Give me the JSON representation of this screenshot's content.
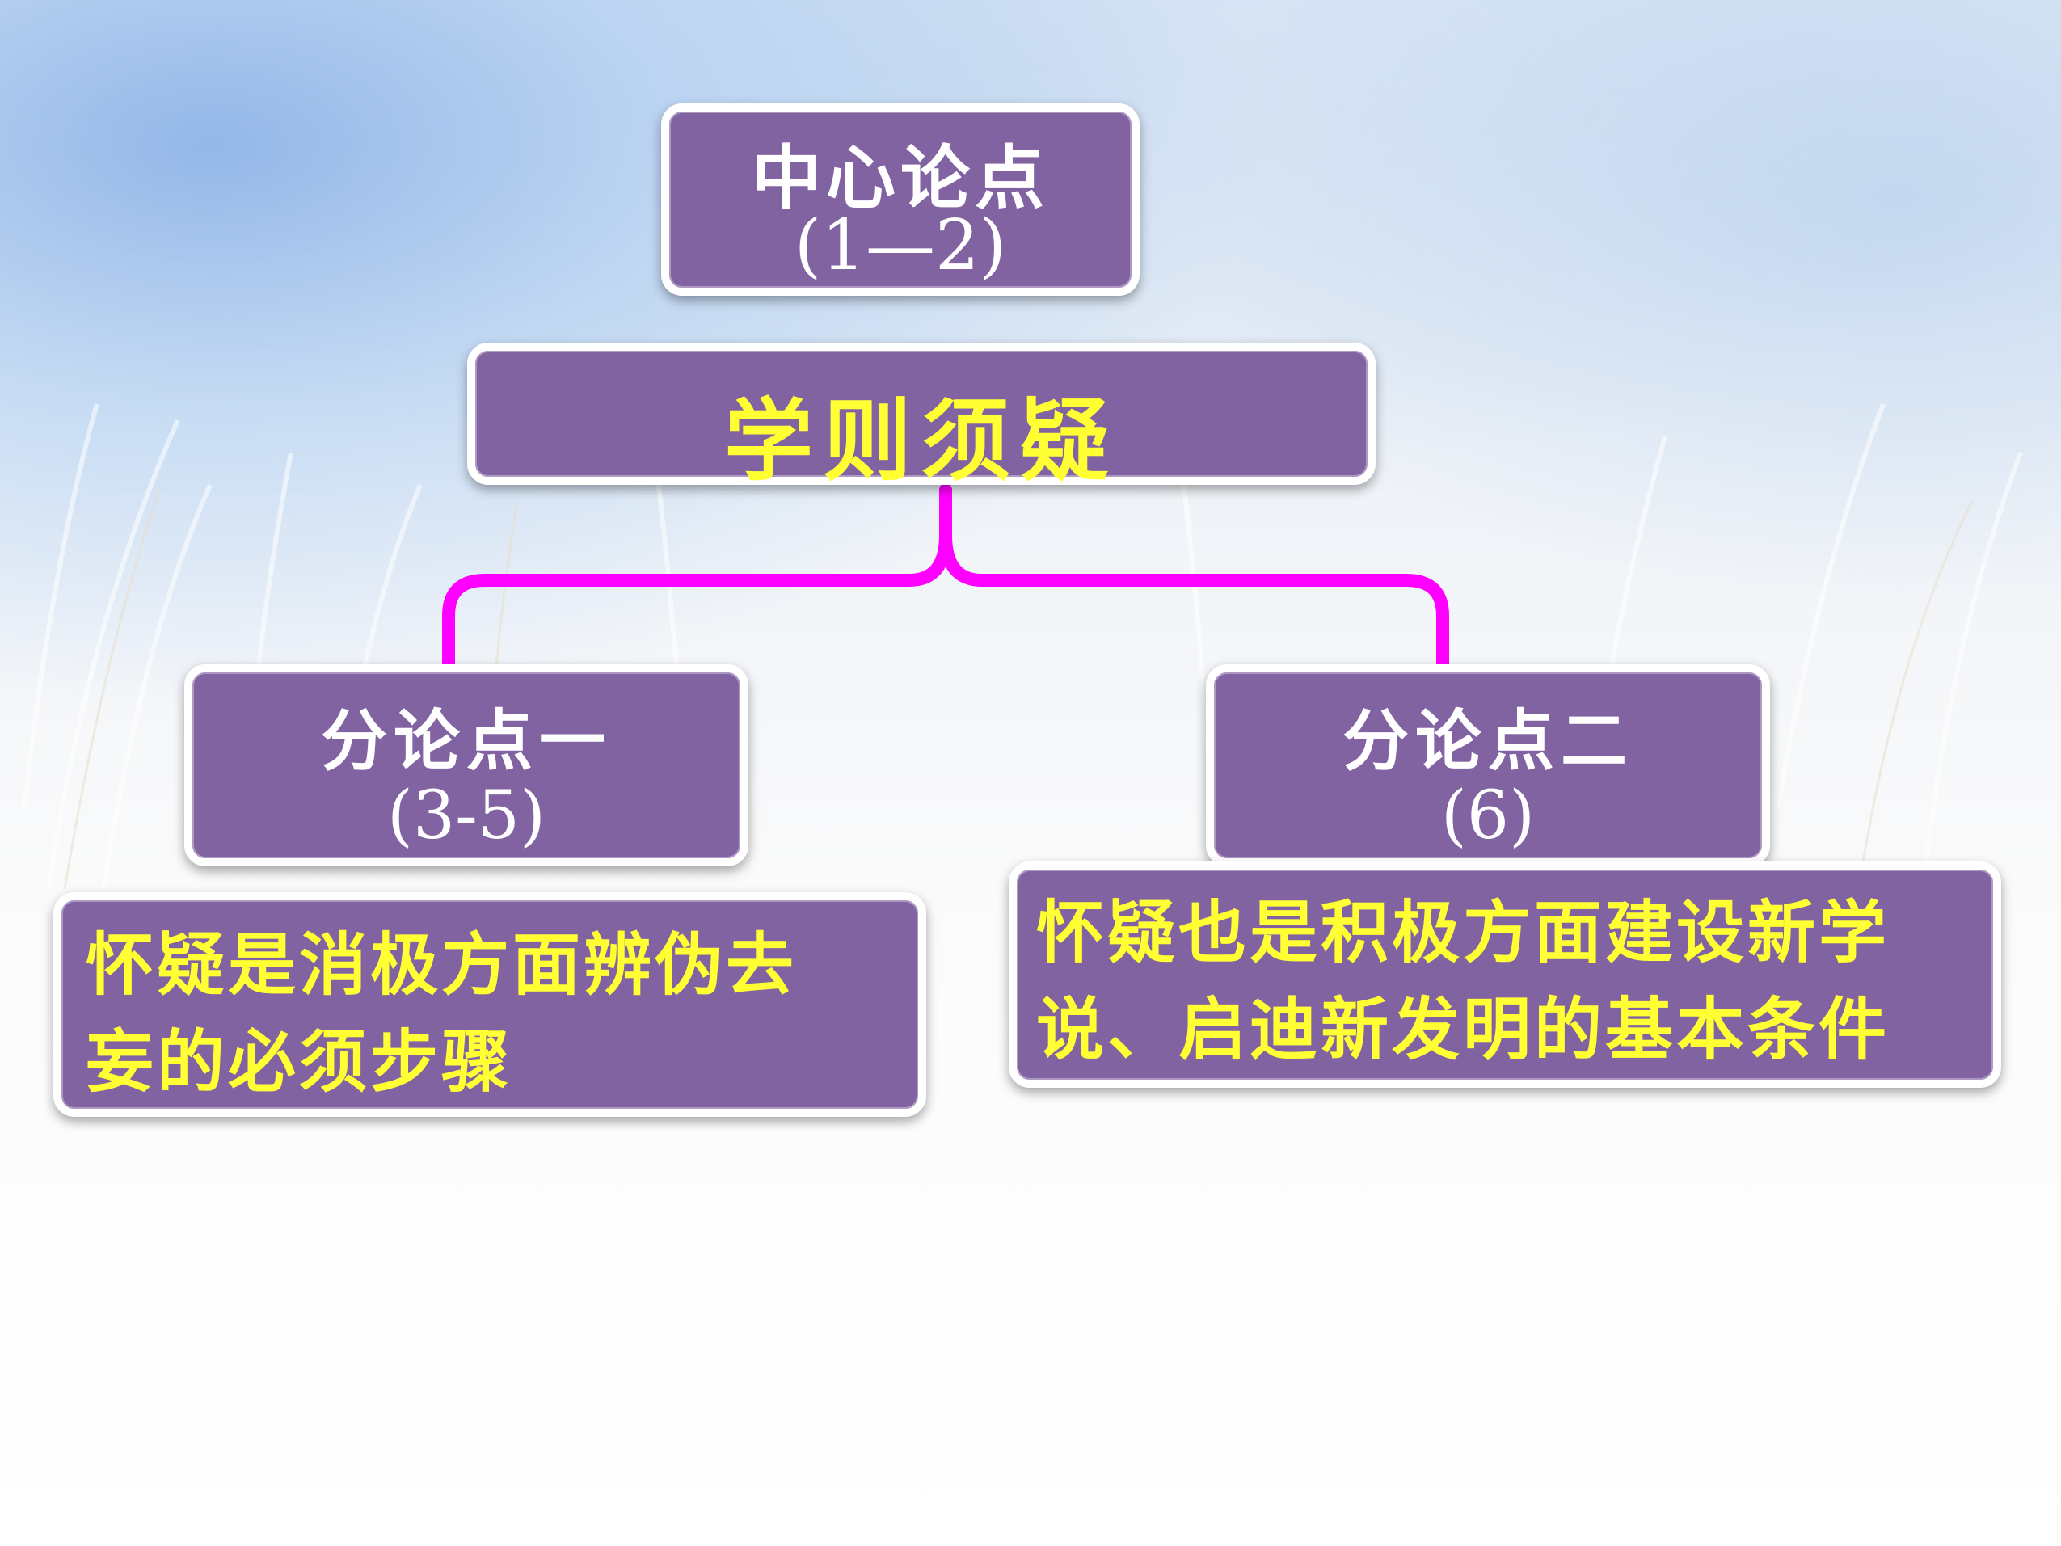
{
  "central_argument": {
    "label": "中心论点",
    "range": "(1—2)"
  },
  "thesis": {
    "text": "学则须疑"
  },
  "sub_argument_1": {
    "label": "分论点一",
    "range": "(3-5)",
    "detail_line1": "怀疑是消极方面辨伪去",
    "detail_line2": "妄的必须步骤"
  },
  "sub_argument_2": {
    "label": "分论点二",
    "range": "(6)",
    "detail_line1": "怀疑也是积极方面建设新学",
    "detail_line2": "说、启迪新发明的基本条件"
  },
  "colors": {
    "node_fill": "#8163a2",
    "highlight_text": "#ffff33",
    "brace": "#ff00ff"
  }
}
